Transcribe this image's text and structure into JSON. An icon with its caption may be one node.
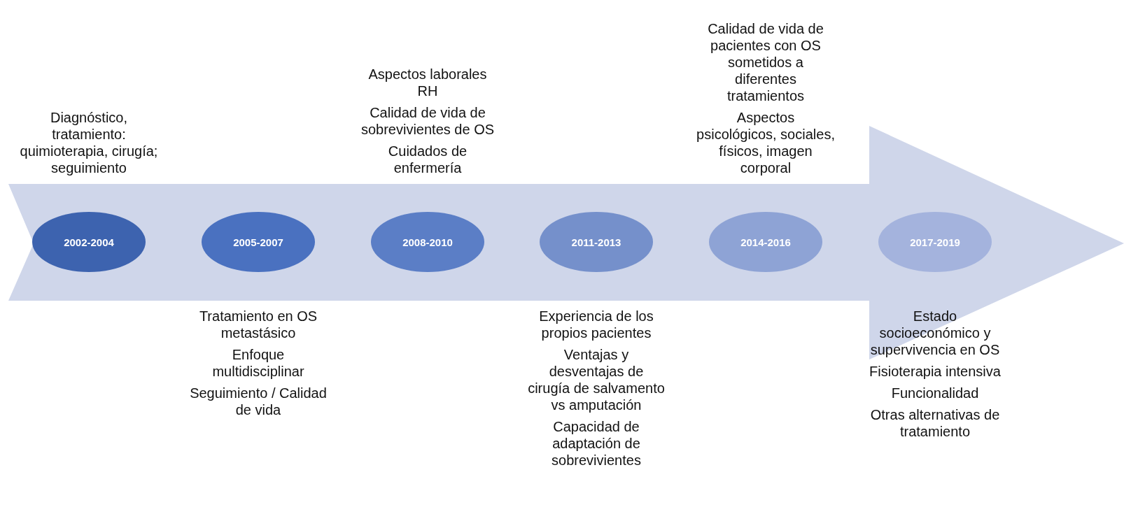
{
  "diagram": {
    "nodes": [
      {
        "text": [
          "2002-2004"
        ],
        "beside": [
          "Diagnóstico, tratamiento: quimioterapia, cirugía; seguimiento"
        ]
      },
      {
        "text": [
          "2005-2007"
        ],
        "beside": [
          "Tratamiento en OS metastásico",
          "Enfoque multidisciplinar",
          "Seguimiento / Calidad de vida"
        ]
      },
      {
        "text": [
          "2008-2010"
        ],
        "beside": [
          "Aspectos laborales RH",
          "Calidad de vida de sobrevivientes de OS",
          "Cuidados de enfermería"
        ]
      },
      {
        "text": [
          "2011-2013"
        ],
        "beside": [
          "Experiencia de los propios pacientes",
          "Ventajas y desventajas de cirugía de salvamento vs amputación",
          "Capacidad de adaptación de sobrevivientes"
        ]
      },
      {
        "text": [
          "2014-2016"
        ],
        "beside": [
          "Calidad de vida de pacientes con OS sometidos a diferentes tratamientos",
          "Aspectos psicológicos, sociales, físicos, imagen corporal"
        ]
      },
      {
        "text": [
          "2017-2019"
        ],
        "beside": [
          "Estado socioeconómico y supervivencia en OS",
          "Fisioterapia intensiva",
          "Funcionalidad",
          "Otras alternativas de tratamiento"
        ]
      }
    ]
  }
}
